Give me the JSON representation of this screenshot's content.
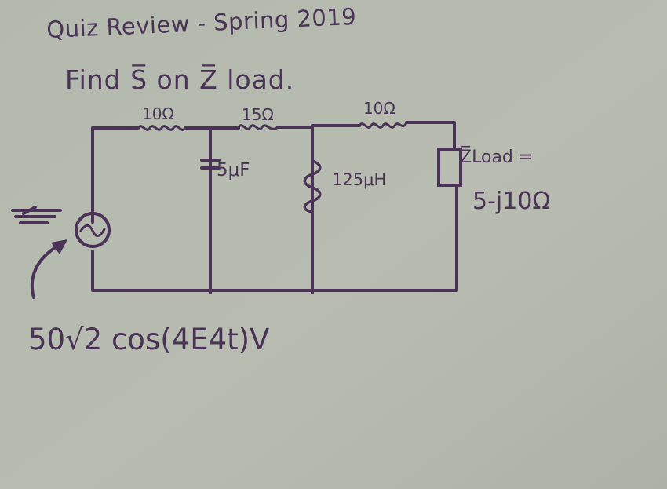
{
  "header": {
    "title": "Quiz Review - Spring 2019",
    "prompt": "Find S̅ on Z̅ load."
  },
  "circuit": {
    "resistor_1": "10Ω",
    "resistor_2": "15Ω",
    "resistor_3": "10Ω",
    "capacitor": "5μF",
    "inductor": "125μH",
    "z_load_label": "Z̅Load =",
    "z_load_value": "5-j10Ω",
    "source_expression": "50√2 cos(4E4t)V"
  },
  "colors": {
    "paper": "#b8bcb2",
    "ink": "#4a3356"
  },
  "icons": {
    "source": "ac-source-icon",
    "resistor": "resistor-icon",
    "capacitor": "capacitor-icon",
    "inductor": "inductor-icon",
    "load": "load-box-icon",
    "arrow": "curved-arrow-icon"
  }
}
